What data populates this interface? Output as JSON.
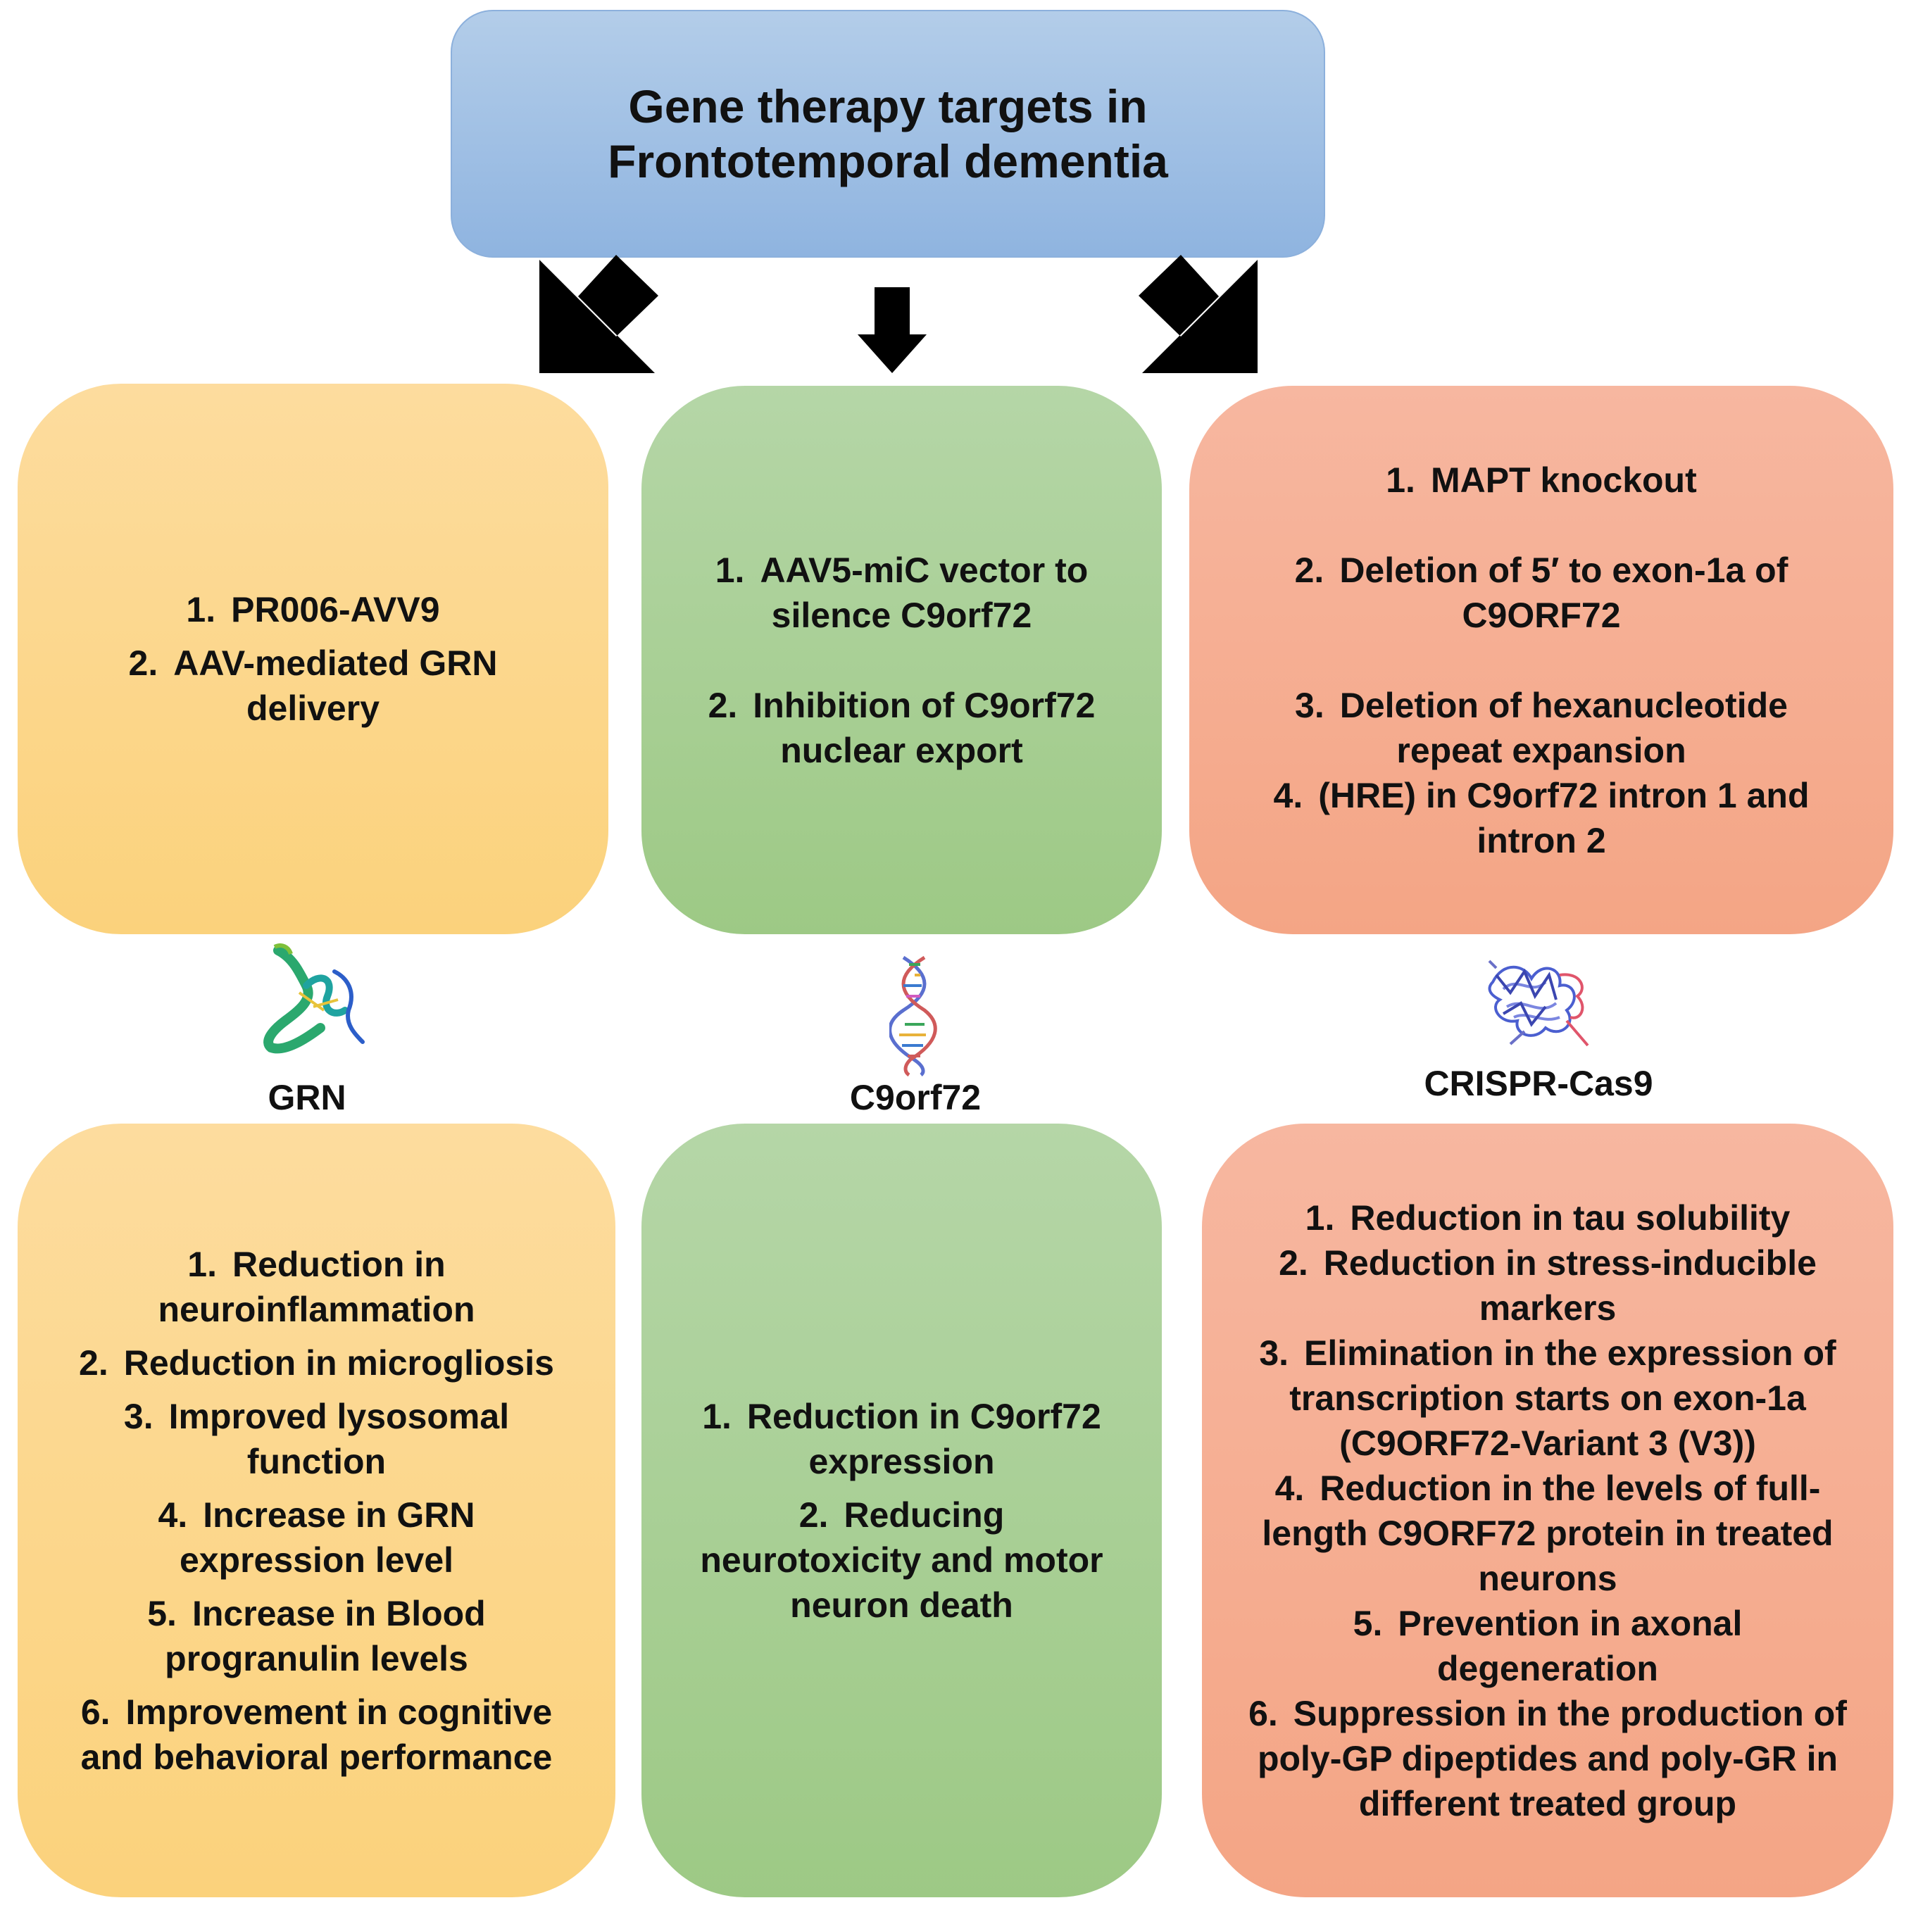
{
  "title": {
    "line1": "Gene therapy targets in",
    "line2": "Frontotemporal dementia"
  },
  "columns": [
    {
      "label": "GRN",
      "icon": "grn-protein-structure",
      "color": "#fbd27c",
      "approaches": [
        {
          "num": "1.",
          "text": "PR006-AVV9"
        },
        {
          "num": "2.",
          "text": "AAV-mediated GRN delivery"
        }
      ],
      "outcomes": [
        {
          "num": "1.",
          "text": "Reduction in neuroinflammation"
        },
        {
          "num": "2.",
          "text": "Reduction in microgliosis"
        },
        {
          "num": "3.",
          "text": "Improved lysosomal function"
        },
        {
          "num": "4.",
          "text": "Increase in GRN expression level"
        },
        {
          "num": "5.",
          "text": "Increase in Blood progranulin levels"
        },
        {
          "num": "6.",
          "text": "Improvement in cognitive and behavioral performance"
        }
      ]
    },
    {
      "label": "C9orf72",
      "icon": "dna-double-helix",
      "color": "#9dc985",
      "approaches": [
        {
          "num": "1.",
          "text": "AAV5-miC vector to silence C9orf72"
        },
        {
          "num": "2.",
          "text": "Inhibition of C9orf72 nuclear export"
        }
      ],
      "outcomes": [
        {
          "num": "1.",
          "text": "Reduction in C9orf72 expression"
        },
        {
          "num": "2.",
          "text": "Reducing neurotoxicity and motor neuron death"
        }
      ]
    },
    {
      "label": "CRISPR-Cas9",
      "icon": "cas9-protein-structure",
      "color": "#f4a585",
      "approaches": [
        {
          "num": "1.",
          "text": "MAPT knockout"
        },
        {
          "num": "2.",
          "text": "Deletion of 5′ to exon-1a of C9ORF72"
        },
        {
          "num": "3.",
          "text": "Deletion of hexanucleotide repeat expansion"
        },
        {
          "num": "4.",
          "text": "(HRE) in C9orf72 intron 1 and intron 2"
        }
      ],
      "outcomes": [
        {
          "num": "1.",
          "text": "Reduction in tau solubility"
        },
        {
          "num": "2.",
          "text": "Reduction in stress-inducible markers"
        },
        {
          "num": "3.",
          "text": "Elimination in the expression of transcription starts on exon-1a (C9ORF72-Variant 3 (V3))"
        },
        {
          "num": "4.",
          "text": "Reduction in the levels of full-length C9ORF72 protein in treated neurons"
        },
        {
          "num": "5.",
          "text": "Prevention in axonal degeneration"
        },
        {
          "num": "6.",
          "text": "Suppression in the production of poly-GP dipeptides and poly-GR in different treated group"
        }
      ]
    }
  ]
}
